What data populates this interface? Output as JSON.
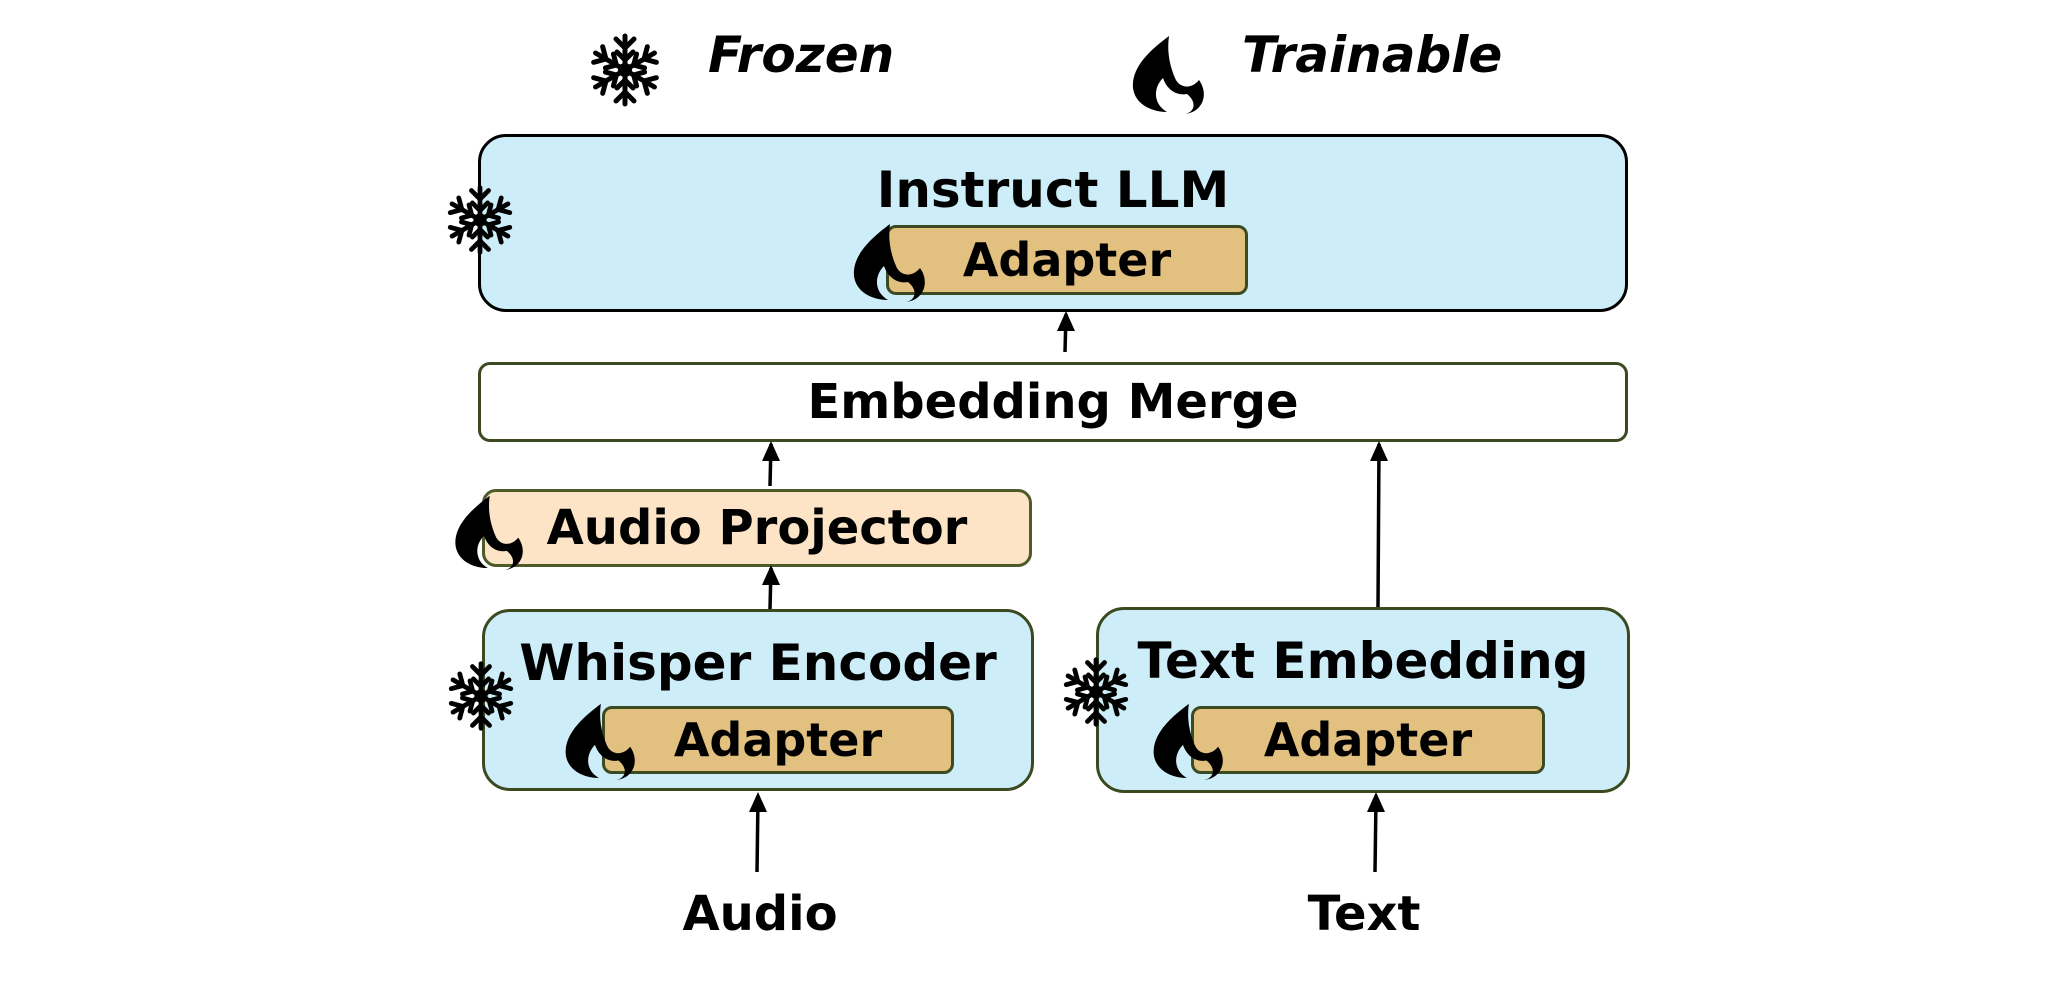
{
  "legend": {
    "frozen_label": "Frozen",
    "trainable_label": "Trainable",
    "frozen_icon": "snowflake-icon",
    "trainable_icon": "flame-icon"
  },
  "llm": {
    "title": "Instruct LLM",
    "adapter_label": "Adapter"
  },
  "merge": {
    "label": "Embedding Merge"
  },
  "projector": {
    "label": "Audio Projector"
  },
  "whisper": {
    "title": "Whisper Encoder",
    "adapter_label": "Adapter"
  },
  "text_embedding": {
    "title": "Text Embedding",
    "adapter_label": "Adapter"
  },
  "inputs": {
    "audio": "Audio",
    "text": "Text"
  },
  "colors": {
    "frozen_fill": "#cdeef9",
    "adapter_fill": "#e2c07f",
    "projector_fill": "#fde4c7",
    "border": "#3c4a22"
  }
}
